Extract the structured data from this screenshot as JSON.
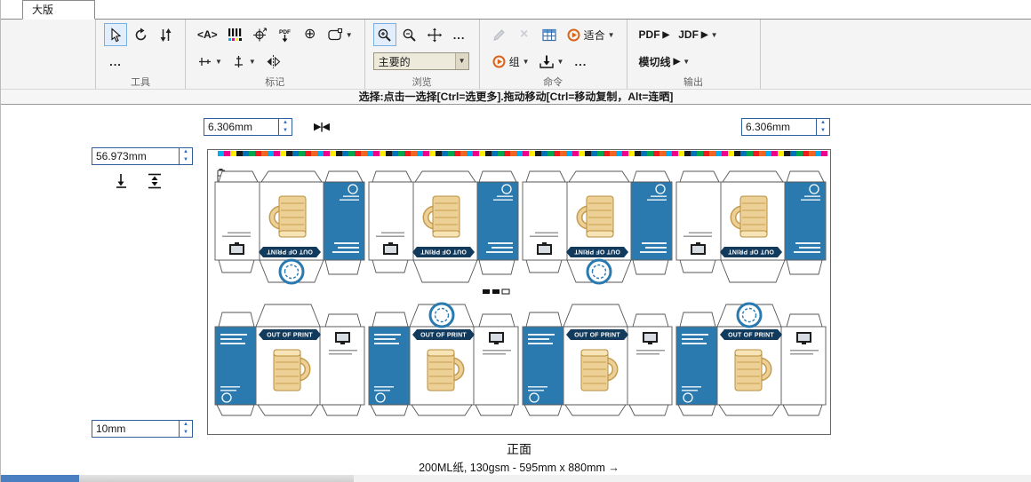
{
  "tab": {
    "label": "大版"
  },
  "toolbar": {
    "groups": {
      "tools": {
        "label": "工具"
      },
      "marks": {
        "label": "标记"
      },
      "view": {
        "label": "浏览",
        "select_value": "主要的"
      },
      "commands": {
        "label": "命令",
        "fit": "适合",
        "group": "组"
      },
      "output": {
        "label": "输出",
        "pdf": "PDF",
        "jdf": "JDF",
        "diecut": "模切线"
      }
    }
  },
  "icons": {
    "more": "...",
    "text_mark": "<A>",
    "dropdown": "▼",
    "spin_up": "▲",
    "spin_down": "▼",
    "collapse": "▶|◀",
    "arrow": "▶",
    "close": "×",
    "target": "⊕"
  },
  "hint": "选择:点击一选择[Ctrl=选更多].拖动移动[Ctrl=移动复制，Alt=连晒]",
  "fields": {
    "gap_left": "6.306mm",
    "gap_right": "6.306mm",
    "margin_left": "56.973mm",
    "margin_bottom": "10mm"
  },
  "canvas": {
    "front_label": "正面",
    "sheet_info": "200ML纸, 130gsm - 595mm x 880mm →",
    "out_of_print": "OUT OF PRINT",
    "colors": {
      "panel_blue": "#2a7ab0",
      "banner": "#123a5c",
      "mug": "#ecd096",
      "colorbar": [
        "#00adee",
        "#ec008b",
        "#ffef00",
        "#1a1a1a",
        "#0072bc",
        "#00a650",
        "#ed1b24",
        "#f26522"
      ]
    }
  }
}
